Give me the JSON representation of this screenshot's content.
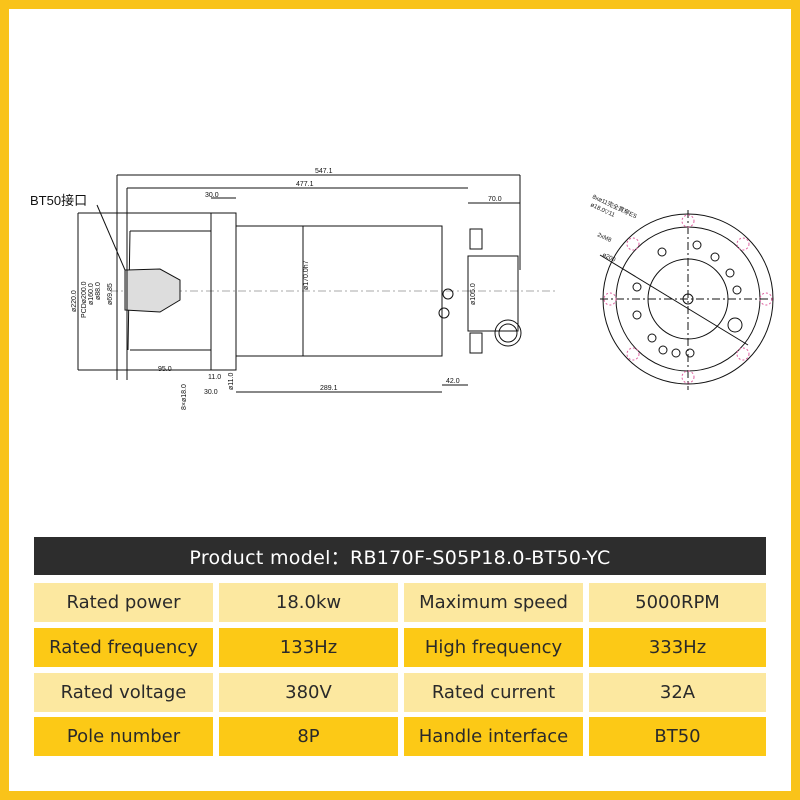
{
  "drawing": {
    "callout": "BT50接口",
    "dims": {
      "overall": "547.1",
      "body": "477.1",
      "flange": "30.0",
      "rear": "70.0",
      "d220": "ø220.0",
      "pcd": "PCDø200.0",
      "d160": "ø160.0",
      "d88": "ø88.0",
      "d69": "ø69.85",
      "d170": "ø170.0h7",
      "d105": "ø105.0",
      "nose": "95.0",
      "holes": "8×ø18.0",
      "t11": "11.0",
      "d11": "ø11.0",
      "flange2": "30.0",
      "len": "289.1",
      "tail": "42.0"
    },
    "end_view": {
      "bolt": "8xø11完全貫穿ES",
      "cb": "ø18.0▽11",
      "thread": "2xM8",
      "pcd": "ø200"
    }
  },
  "spec": {
    "title": "Product model：RB170F-S05P18.0-BT50-YC",
    "rows": [
      [
        "Rated power",
        "18.0kw",
        "Maximum speed",
        "5000RPM"
      ],
      [
        "Rated frequency",
        "133Hz",
        "High frequency",
        "333Hz"
      ],
      [
        "Rated voltage",
        "380V",
        "Rated current",
        "32A"
      ],
      [
        "Pole number",
        "8P",
        "Handle interface",
        "BT50"
      ]
    ]
  },
  "colors": {
    "frame": "#f9c31a",
    "header": "#2d2d2d",
    "light": "#fce8a0",
    "dark": "#fcc916"
  }
}
